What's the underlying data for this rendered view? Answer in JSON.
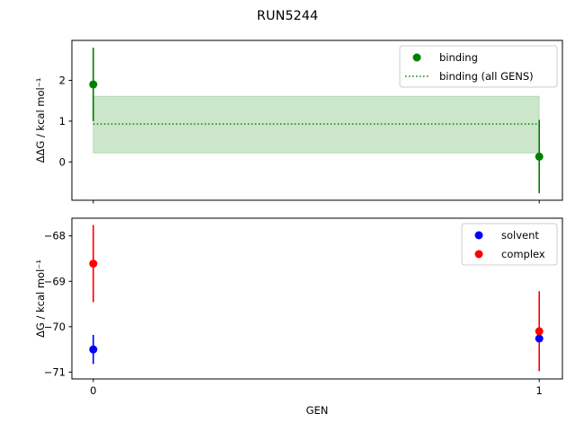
{
  "chart_data": [
    {
      "type": "scatter",
      "title": "RUN5244",
      "ylabel": "ΔΔG / kcal mol⁻¹",
      "xlabel": "",
      "xlim": [
        -0.048,
        1.052
      ],
      "ylim": [
        -0.94,
        2.98
      ],
      "yticks": [
        0,
        1,
        2
      ],
      "xticks": [
        0,
        1
      ],
      "xticklabels_shown": false,
      "grid": false,
      "legend_position": "top-right",
      "series": [
        {
          "name": "binding",
          "kind": "points",
          "color": "#008000",
          "x": [
            0,
            1
          ],
          "y": [
            1.9,
            0.13
          ],
          "yerr": [
            0.9,
            0.9
          ]
        },
        {
          "name": "binding (all GENS)",
          "kind": "dotted-line",
          "color": "#008000",
          "y": 0.93,
          "band": [
            0.22,
            1.61
          ],
          "x_range": [
            0,
            1
          ]
        }
      ]
    },
    {
      "type": "scatter",
      "xlabel": "GEN",
      "ylabel": "ΔG / kcal mol⁻¹",
      "xlim": [
        -0.048,
        1.052
      ],
      "ylim": [
        -71.15,
        -67.61
      ],
      "yticks": [
        -71,
        -70,
        -69,
        -68
      ],
      "xticks": [
        0,
        1
      ],
      "grid": false,
      "legend_position": "top-right",
      "series": [
        {
          "name": "solvent",
          "color": "#0000ff",
          "x": [
            0,
            1
          ],
          "y": [
            -70.5,
            -70.26
          ],
          "yerr": [
            0.32,
            0.05
          ]
        },
        {
          "name": "complex",
          "color": "#ff0000",
          "x": [
            0,
            1
          ],
          "y": [
            -68.61,
            -70.1
          ],
          "yerr": [
            0.85,
            0.88
          ]
        }
      ]
    }
  ]
}
